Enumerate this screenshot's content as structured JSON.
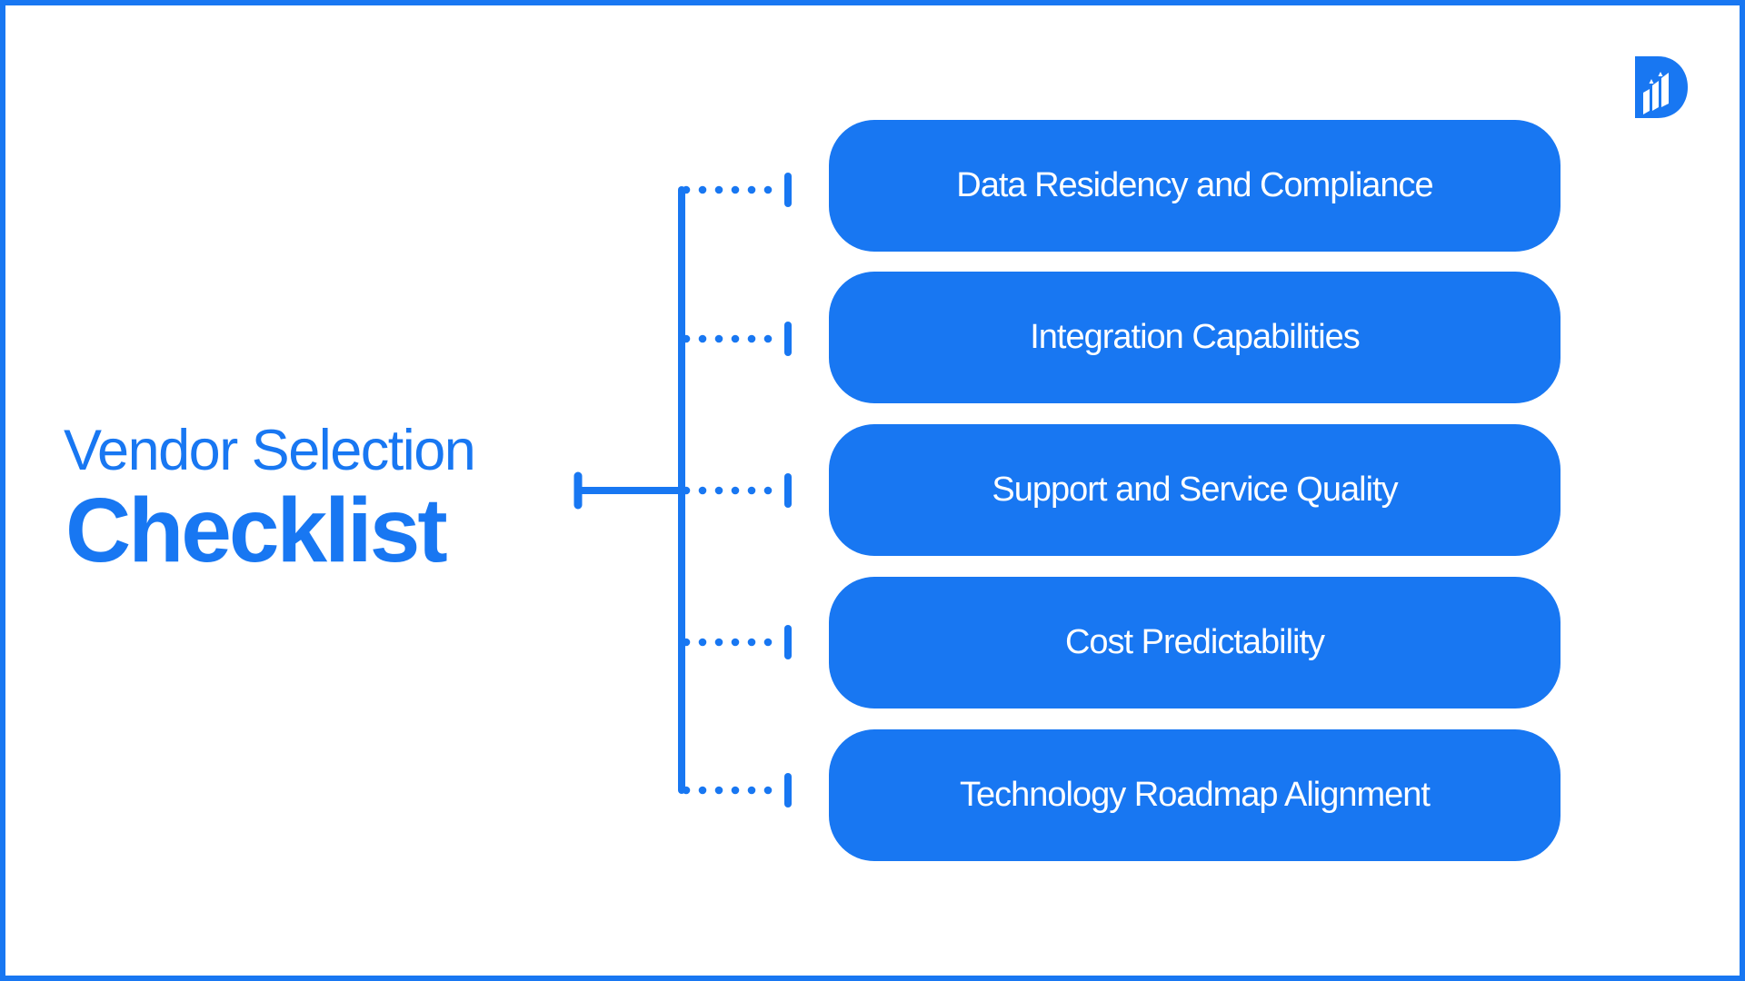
{
  "theme": {
    "accent": "#1877F2",
    "text_on_accent": "#FFFFFF",
    "background": "#FFFFFF"
  },
  "logo": {
    "icon": "brand-d-growth-bars-logo"
  },
  "title": {
    "line1": "Vendor Selection",
    "line2": "Checklist"
  },
  "connector": {
    "style": "bracket-with-dotted-branches",
    "branch_count": 5,
    "dots_per_branch": 6
  },
  "checklist": {
    "items": [
      {
        "label": "Data Residency and Compliance"
      },
      {
        "label": "Integration Capabilities"
      },
      {
        "label": "Support and Service Quality"
      },
      {
        "label": "Cost Predictability"
      },
      {
        "label": "Technology Roadmap Alignment"
      }
    ]
  }
}
